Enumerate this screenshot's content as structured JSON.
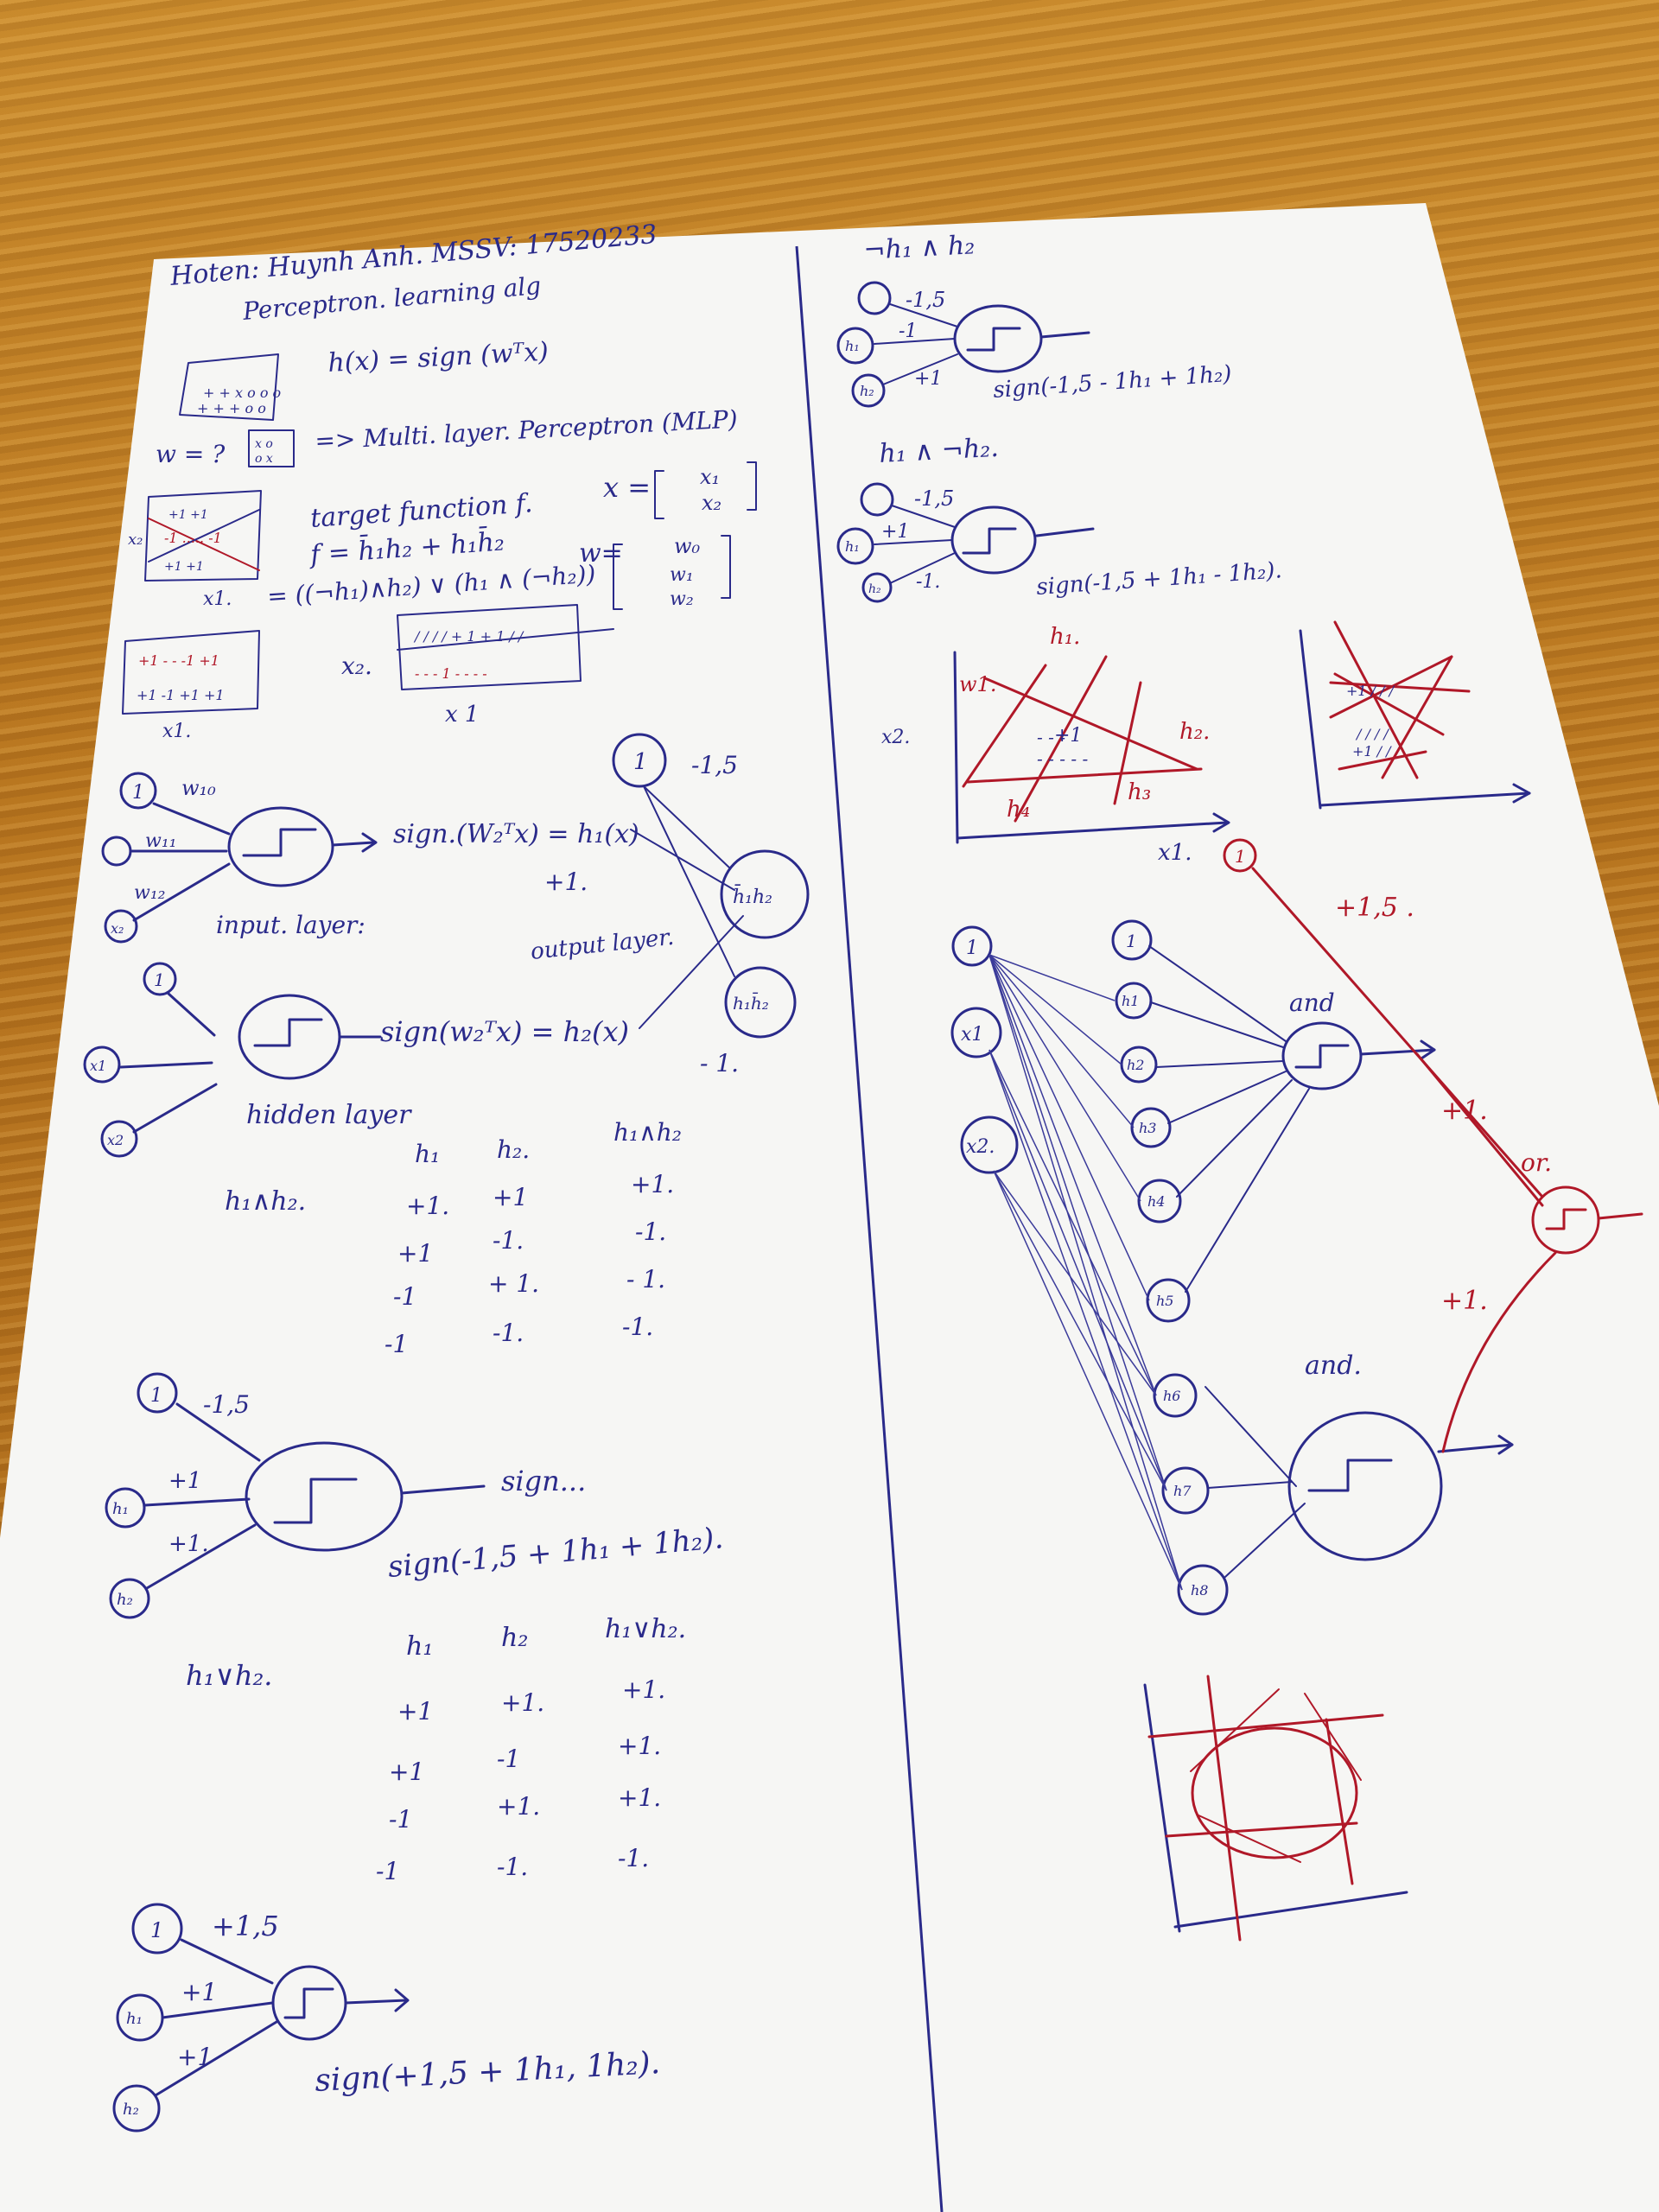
{
  "header": {
    "name_line": "Hoten: Huynh Anh. MSSV: 17520233",
    "topic": "Perceptron. learning alg"
  },
  "left": {
    "hypothesis": "h(x) = sign (wᵀx)",
    "w_question": "w = ?",
    "mlp": "=> Multi. layer. Perceptron (MLP)",
    "target_fn": "target function f.",
    "f_def": "f = h̄₁h₂ + h₁h̄₂",
    "f_expand": "= ((¬h₁)∧h₂) ∨ (h₁ ∧ (¬h₂))",
    "x_vec": [
      "x₁",
      "x₂"
    ],
    "w_vec": [
      "w₀",
      "w₁",
      "w₂"
    ],
    "x1_label": "x1.",
    "x2_label": "x₂.",
    "neuron1": {
      "bias_weight": "w₁₀",
      "w11": "w₁₁",
      "w12": "w₁₂",
      "output": "sign.(W₂ᵀx) = h₁(x)"
    },
    "input_layer": "input. layer:",
    "hidden_layer": "hidden layer",
    "output_layer": "output layer.",
    "neuron2_output": "sign(w₂ᵀx) = h₂(x)",
    "side_network": {
      "bias": "-1,5",
      "w1": "+1.",
      "w2": "- 1.",
      "node1": "h̄₁h₂",
      "node2": "h₁h̄₂"
    },
    "and_table": {
      "label": "h₁∧h₂.",
      "headers": [
        "h₁",
        "h₂.",
        "h₁∧h₂"
      ],
      "rows": [
        [
          "+1.",
          "+1",
          "+1."
        ],
        [
          "+1",
          "-1.",
          "-1."
        ],
        [
          "-1",
          "+ 1.",
          "- 1."
        ],
        [
          "-1",
          "-1.",
          "-1."
        ]
      ]
    },
    "and_neuron": {
      "bias": "-1,5",
      "w1": "+1",
      "w2": "+1.",
      "out": "sign...",
      "formula": "sign(-1,5 + 1h₁ + 1h₂)."
    },
    "or_table": {
      "label": "h₁∨h₂.",
      "headers": [
        "h₁",
        "h₂",
        "h₁∨h₂."
      ],
      "rows": [
        [
          "+1",
          "+1.",
          "+1."
        ],
        [
          "+1",
          "-1",
          "+1."
        ],
        [
          "-1",
          "+1.",
          "+1."
        ],
        [
          "-1",
          "-1.",
          "-1."
        ]
      ]
    },
    "or_neuron": {
      "bias": "+1,5",
      "w1": "+1",
      "w2": "+1",
      "formula": "sign(+1,5 + 1h₁, 1h₂)."
    }
  },
  "right": {
    "title1": "¬h₁ ∧ h₂",
    "n1": {
      "bias": "-1,5",
      "w1": "-1",
      "w2": "+1",
      "formula": "sign(-1,5 - 1h₁ + 1h₂)"
    },
    "title2": "h₁ ∧ ¬h₂.",
    "n2": {
      "bias": "-1,5",
      "w1": "+1",
      "w2": "-1.",
      "formula": "sign(-1,5 + 1h₁ - 1h₂)."
    },
    "plot1": {
      "h1": "h₁.",
      "h2": "h₂.",
      "h3": "h₃",
      "h4": "h₄",
      "w": "w1.",
      "x1": "x1.",
      "x2": "x2.",
      "inside": "+1"
    },
    "network": {
      "inputs": [
        "1",
        "x1",
        "x2."
      ],
      "hidden": [
        "1",
        "h1",
        "h2",
        "h3",
        "h4",
        "h5",
        "h6",
        "h7",
        "h8"
      ],
      "and_top": "and",
      "and_bottom": "and.",
      "or": "or.",
      "bias_or": "1",
      "w_bias": "+1,5 .",
      "w1": "+1.",
      "w2": "+1."
    }
  }
}
